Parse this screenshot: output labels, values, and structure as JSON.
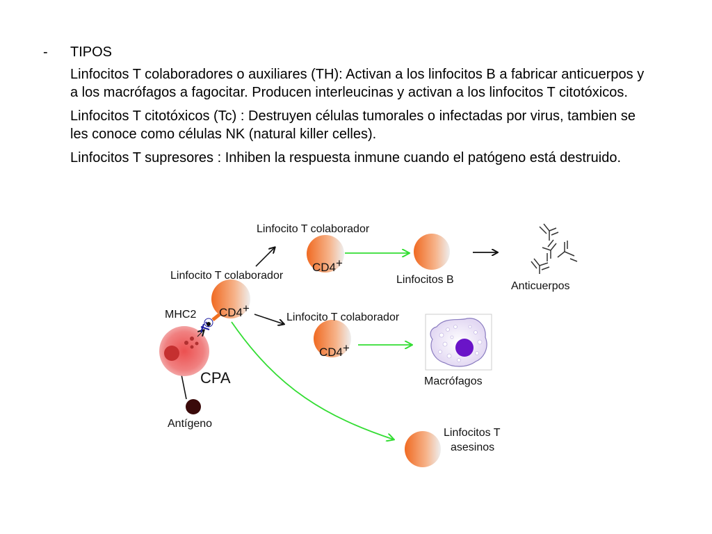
{
  "bullet": "-",
  "heading": "TIPOS",
  "paragraphs": [
    "Linfocitos T colaboradores o auxiliares (TH): Activan a los linfocitos B a fabricar anticuerpos y a los macrófagos a fagocitar. Producen interleucinas y activan a los linfocitos T citotóxicos.",
    "Linfocitos T citotóxicos (Tc) : Destruyen células tumorales o infectadas por virus, tambien se les conoce como células NK (natural killer celles).",
    "Linfocitos T supresores : Inhiben la respuesta inmune cuando el patógeno está destruido."
  ],
  "diagram": {
    "label_th_top": "Linfocito T colaborador",
    "label_th_main": "Linfocito T colaborador",
    "label_th_mid": "Linfocito T colaborador",
    "cd4_main": "CD4",
    "cd4_top": "CD4",
    "cd4_mid": "CD4",
    "cd4_sup": "+",
    "mhc2": "MHC2",
    "cpa": "CPA",
    "antigeno": "Antígeno",
    "linfocitos_b": "Linfocitos B",
    "anticuerpos": "Anticuerpos",
    "macrofagos": "Macrófagos",
    "asesinos_line1": "Linfocitos T",
    "asesinos_line2": "asesinos",
    "colors": {
      "arrow_green": "#33dd33",
      "t_cell_orange": "#ee7733",
      "cpa_red": "#e63a3a",
      "antigen_dark": "#3a0a0a",
      "macrophage_purple": "#6a14c8"
    }
  }
}
